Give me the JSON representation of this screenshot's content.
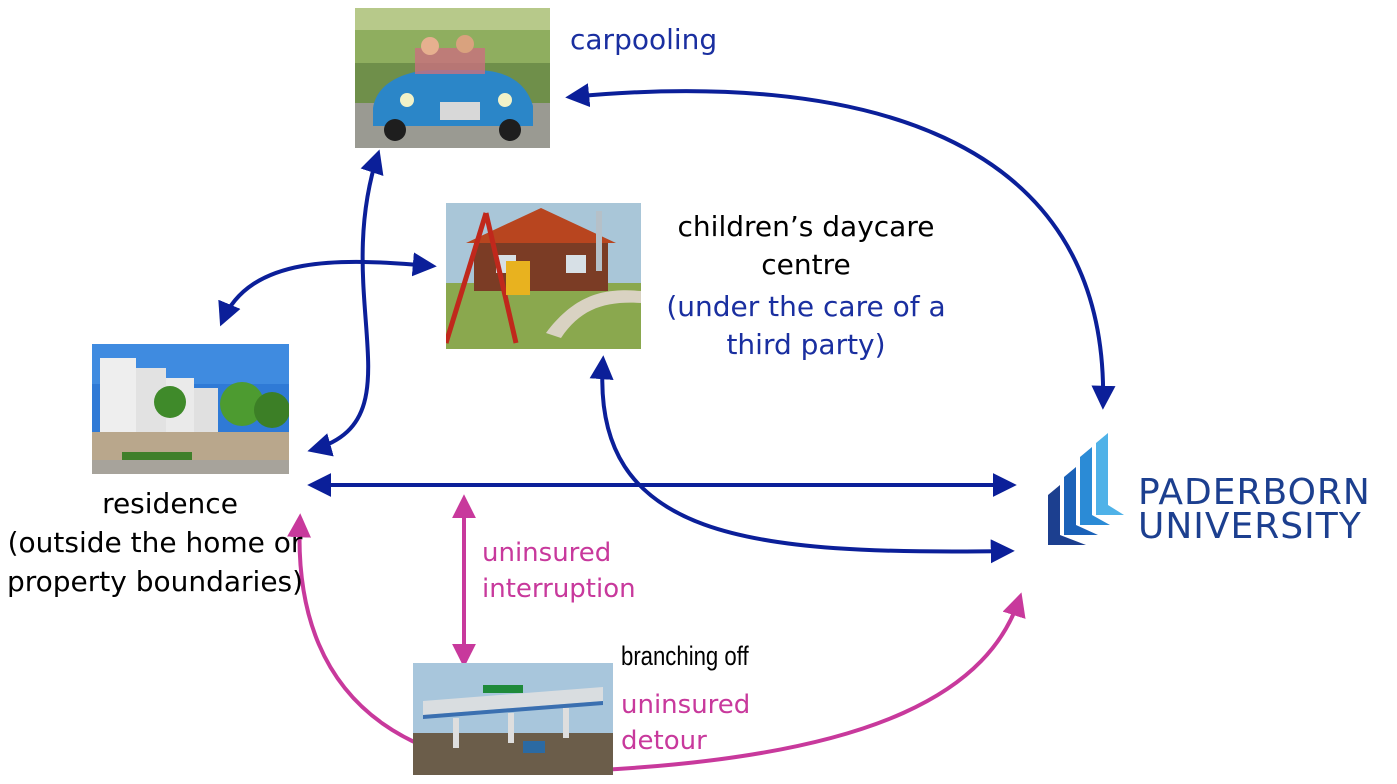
{
  "nodes": {
    "carpooling": {
      "label": "carpooling"
    },
    "daycare": {
      "label": "children’s daycare centre",
      "note": "(under the care of a third party)"
    },
    "residence": {
      "label": "residence",
      "note": "(outside the home or property boundaries)"
    },
    "university": {
      "line1": "PADERBORN",
      "line2": "UNIVERSITY"
    },
    "gas_station": {
      "label": "branching off",
      "note": "uninsured detour"
    }
  },
  "edge_labels": {
    "interruption": "uninsured interruption"
  },
  "colors": {
    "blue_arrow": "#0b1f99",
    "magenta_arrow": "#c8399c",
    "logo_blue": "#1c3f8f"
  }
}
